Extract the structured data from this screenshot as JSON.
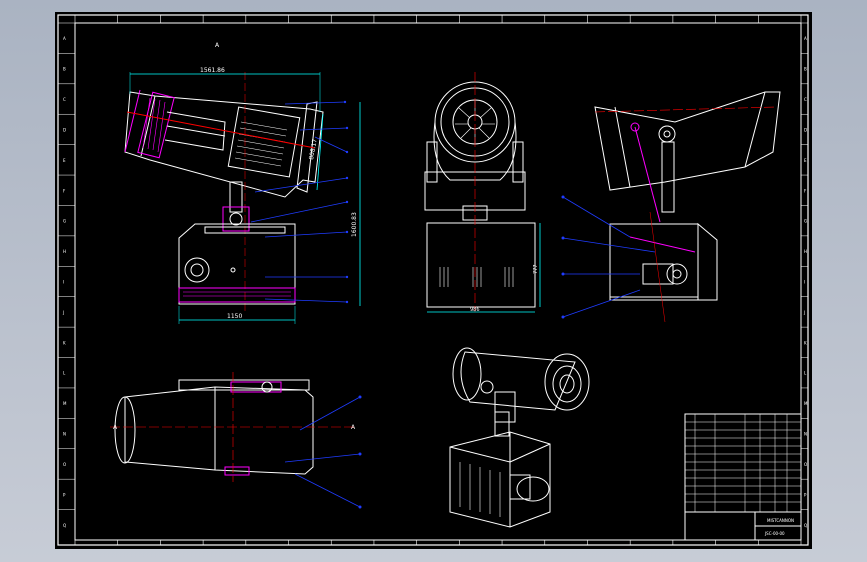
{
  "drawing": {
    "colors": {
      "background": "#000000",
      "frame": "#ffffff",
      "centerline": "#ff0000",
      "leader": "#1f3cff",
      "dimension": "#00ffff",
      "highlight": "#ff00ff",
      "viewport": "#b9c0cc"
    },
    "border_letters": [
      "A",
      "B",
      "C",
      "D",
      "E",
      "F",
      "G",
      "H",
      "I",
      "J",
      "K",
      "L",
      "M",
      "N",
      "O",
      "P",
      "Q"
    ],
    "dimensions": {
      "top_width": "1561.86",
      "barrel_dia": "808.17",
      "total_height": "1600.83",
      "base_width": "1150",
      "cabinet_height": "777",
      "cabinet_width": "986"
    },
    "view_label": "A",
    "section_mark": "A",
    "title_block": {
      "title": "MISTCANNON",
      "code": "JSC-00-00"
    }
  }
}
